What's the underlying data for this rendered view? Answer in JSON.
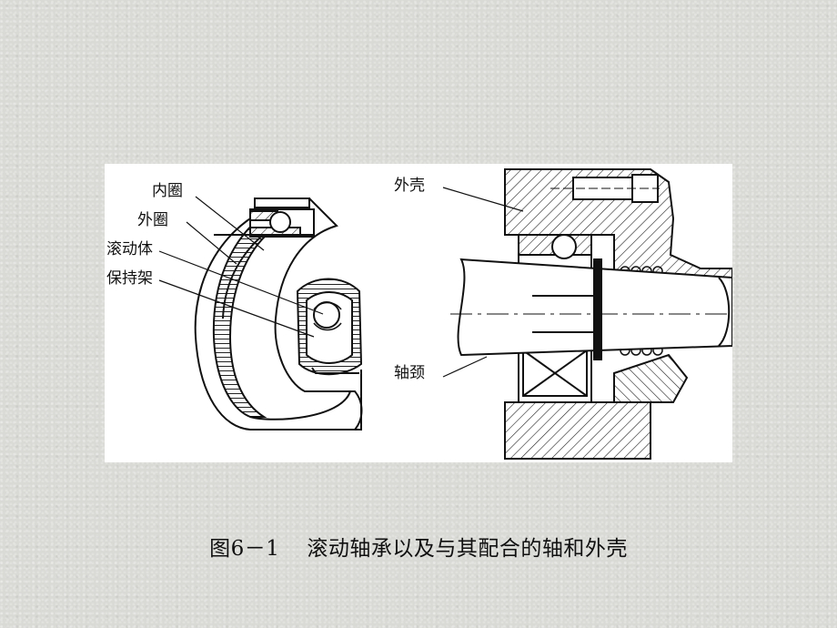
{
  "labels": {
    "inner_ring": "内圈",
    "outer_ring": "外圈",
    "rolling_element": "滚动体",
    "cage": "保持架",
    "housing": "外壳",
    "journal": "轴颈"
  },
  "caption": {
    "number": "图6－1",
    "text": "滚动轴承以及与其配合的轴和外壳"
  }
}
